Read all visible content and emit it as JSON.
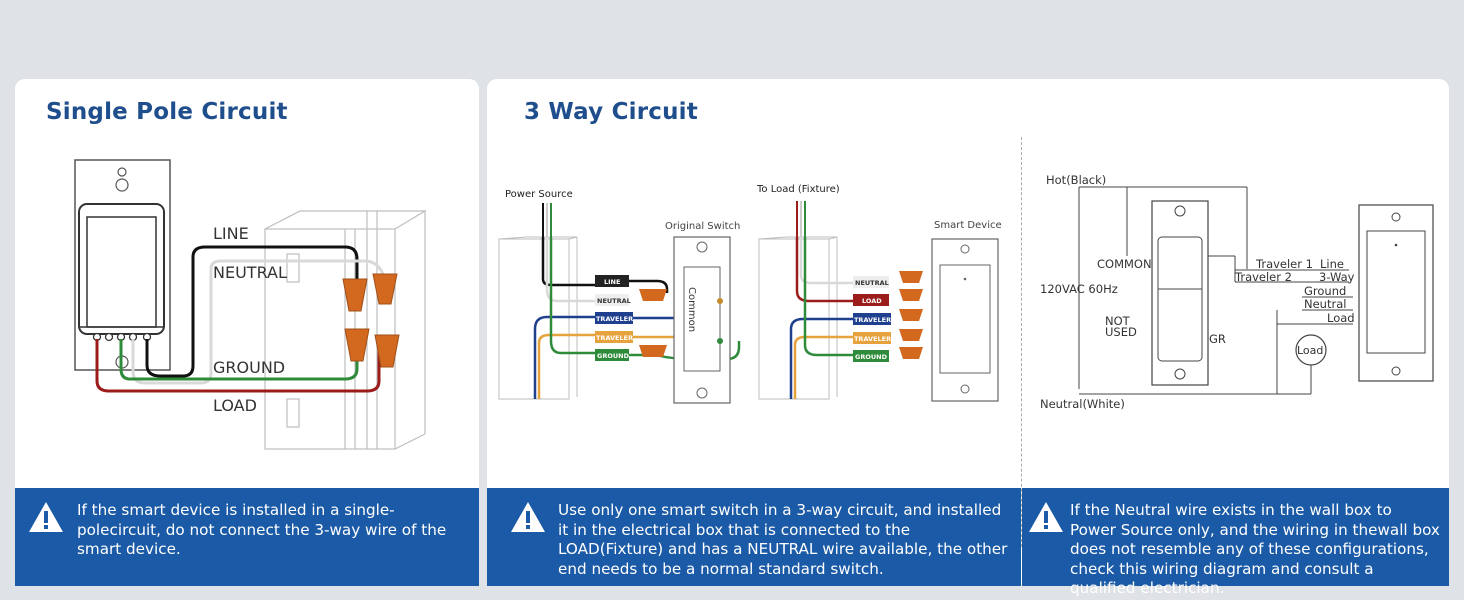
{
  "left_card": {
    "title": "Single Pole Circuit",
    "labels": {
      "line": "LINE",
      "neutral": "NEUTRAL",
      "ground": "GROUND",
      "load": "LOAD"
    },
    "warning": "If the smart device is installed in a single-polecircuit, do not connect the 3-way wire of the smart device."
  },
  "right_card": {
    "title": "3 Way Circuit",
    "diagram_a": {
      "power_source": "Power Source",
      "original_switch": "Original Switch",
      "common": "Common",
      "tags": {
        "line": "LINE",
        "neutral": "NEUTRAL",
        "traveler1": "TRAVELER 1",
        "traveler2": "TRAVELER 2",
        "ground": "GROUND"
      }
    },
    "diagram_b": {
      "to_load": "To Load (Fixture)",
      "smart_device": "Smart Device",
      "tags": {
        "neutral": "NEUTRAL",
        "load": "LOAD",
        "traveler1": "TRAVELER 1",
        "traveler2": "TRAVELER 2",
        "ground": "GROUND"
      }
    },
    "schematic": {
      "hot": "Hot(Black)",
      "common": "COMMON",
      "voltage": "120VAC 60Hz",
      "not": "NOT",
      "used": "USED",
      "gr": "GR",
      "neutral_white": "Neutral(White)",
      "traveler1": "Traveler 1",
      "traveler2": "Traveler 2",
      "line": "Line",
      "three_way": "3-Way",
      "ground": "Ground",
      "neutral": "Neutral",
      "load": "Load",
      "load_circle": "Load"
    },
    "warning_mid": "Use only one smart switch in a 3-way circuit, and installed it in the electrical box that is connected to the LOAD(Fixture) and has a NEUTRAL wire available, the other end needs to be a normal standard switch.",
    "warning_right": "If the Neutral wire exists in the wall box to Power Source only, and the wiring in thewall box does not resemble any of these configurations, check this wiring diagram and consult a qualified electrician."
  },
  "colors": {
    "title": "#1f4e8c",
    "banner": "#1b5aa6",
    "line_wire": "#111111",
    "neutral_wire": "#d9d9d9",
    "ground_wire": "#2e8b3a",
    "load_wire": "#9c1c1c",
    "traveler1_wire": "#1f3f8f",
    "traveler2_wire": "#e6a23c",
    "wire_nut": "#d2691e"
  },
  "icons": [
    "warning-icon",
    "wire-nut-icon"
  ]
}
